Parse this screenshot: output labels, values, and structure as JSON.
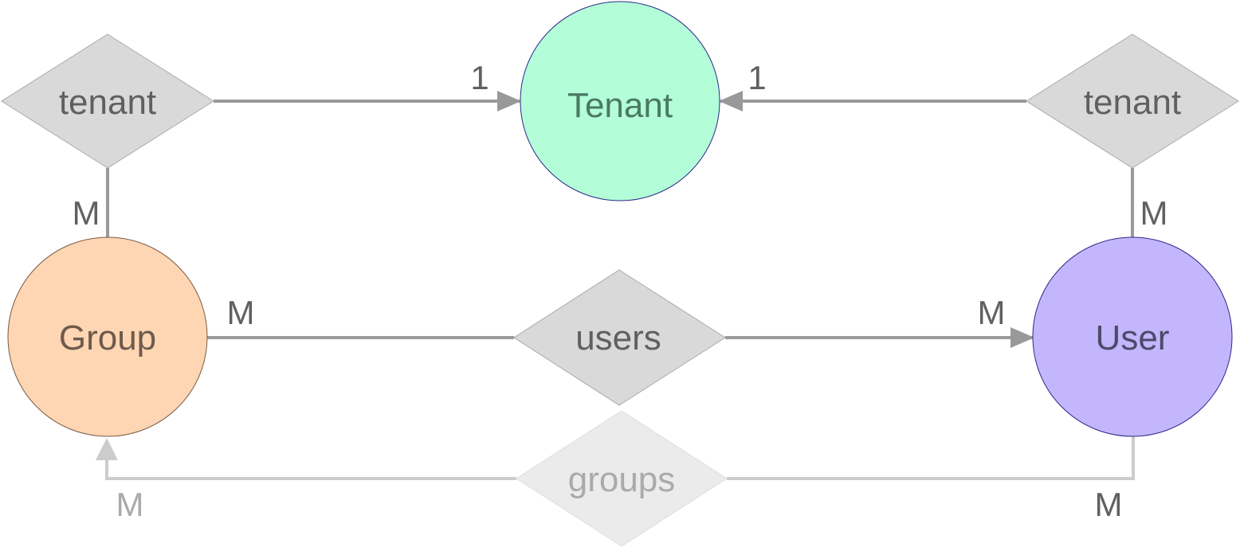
{
  "nodes": {
    "tenant": {
      "label": "Tenant",
      "fill": "#b3fdd8",
      "stroke": "#2a2a8a",
      "text_color": "#4a7a64"
    },
    "group": {
      "label": "Group",
      "fill": "#fed6b3",
      "stroke": "#7a5a44",
      "text_color": "#6e5a4c"
    },
    "user": {
      "label": "User",
      "fill": "#c4b6fd",
      "stroke": "#2a2a8a",
      "text_color": "#4e4a6a"
    }
  },
  "relations": {
    "group_tenant": {
      "label": "tenant",
      "from_cardinality": "M",
      "to_cardinality": "1"
    },
    "user_tenant": {
      "label": "tenant",
      "from_cardinality": "M",
      "to_cardinality": "1"
    },
    "group_users": {
      "label": "users",
      "from_cardinality": "M",
      "to_cardinality": "M"
    },
    "user_groups": {
      "label": "groups",
      "from_cardinality": "M",
      "to_cardinality": "M"
    }
  },
  "colors": {
    "edge": "#999999",
    "edge_faded": "#cccccc",
    "diamond_fill": "#d9d9d9",
    "diamond_stroke": "#aaaaaa",
    "diamond_faded_fill": "#ebebeb",
    "diamond_faded_stroke": "#dddddd",
    "text": "#606060",
    "text_faded": "#aaaaaa"
  }
}
